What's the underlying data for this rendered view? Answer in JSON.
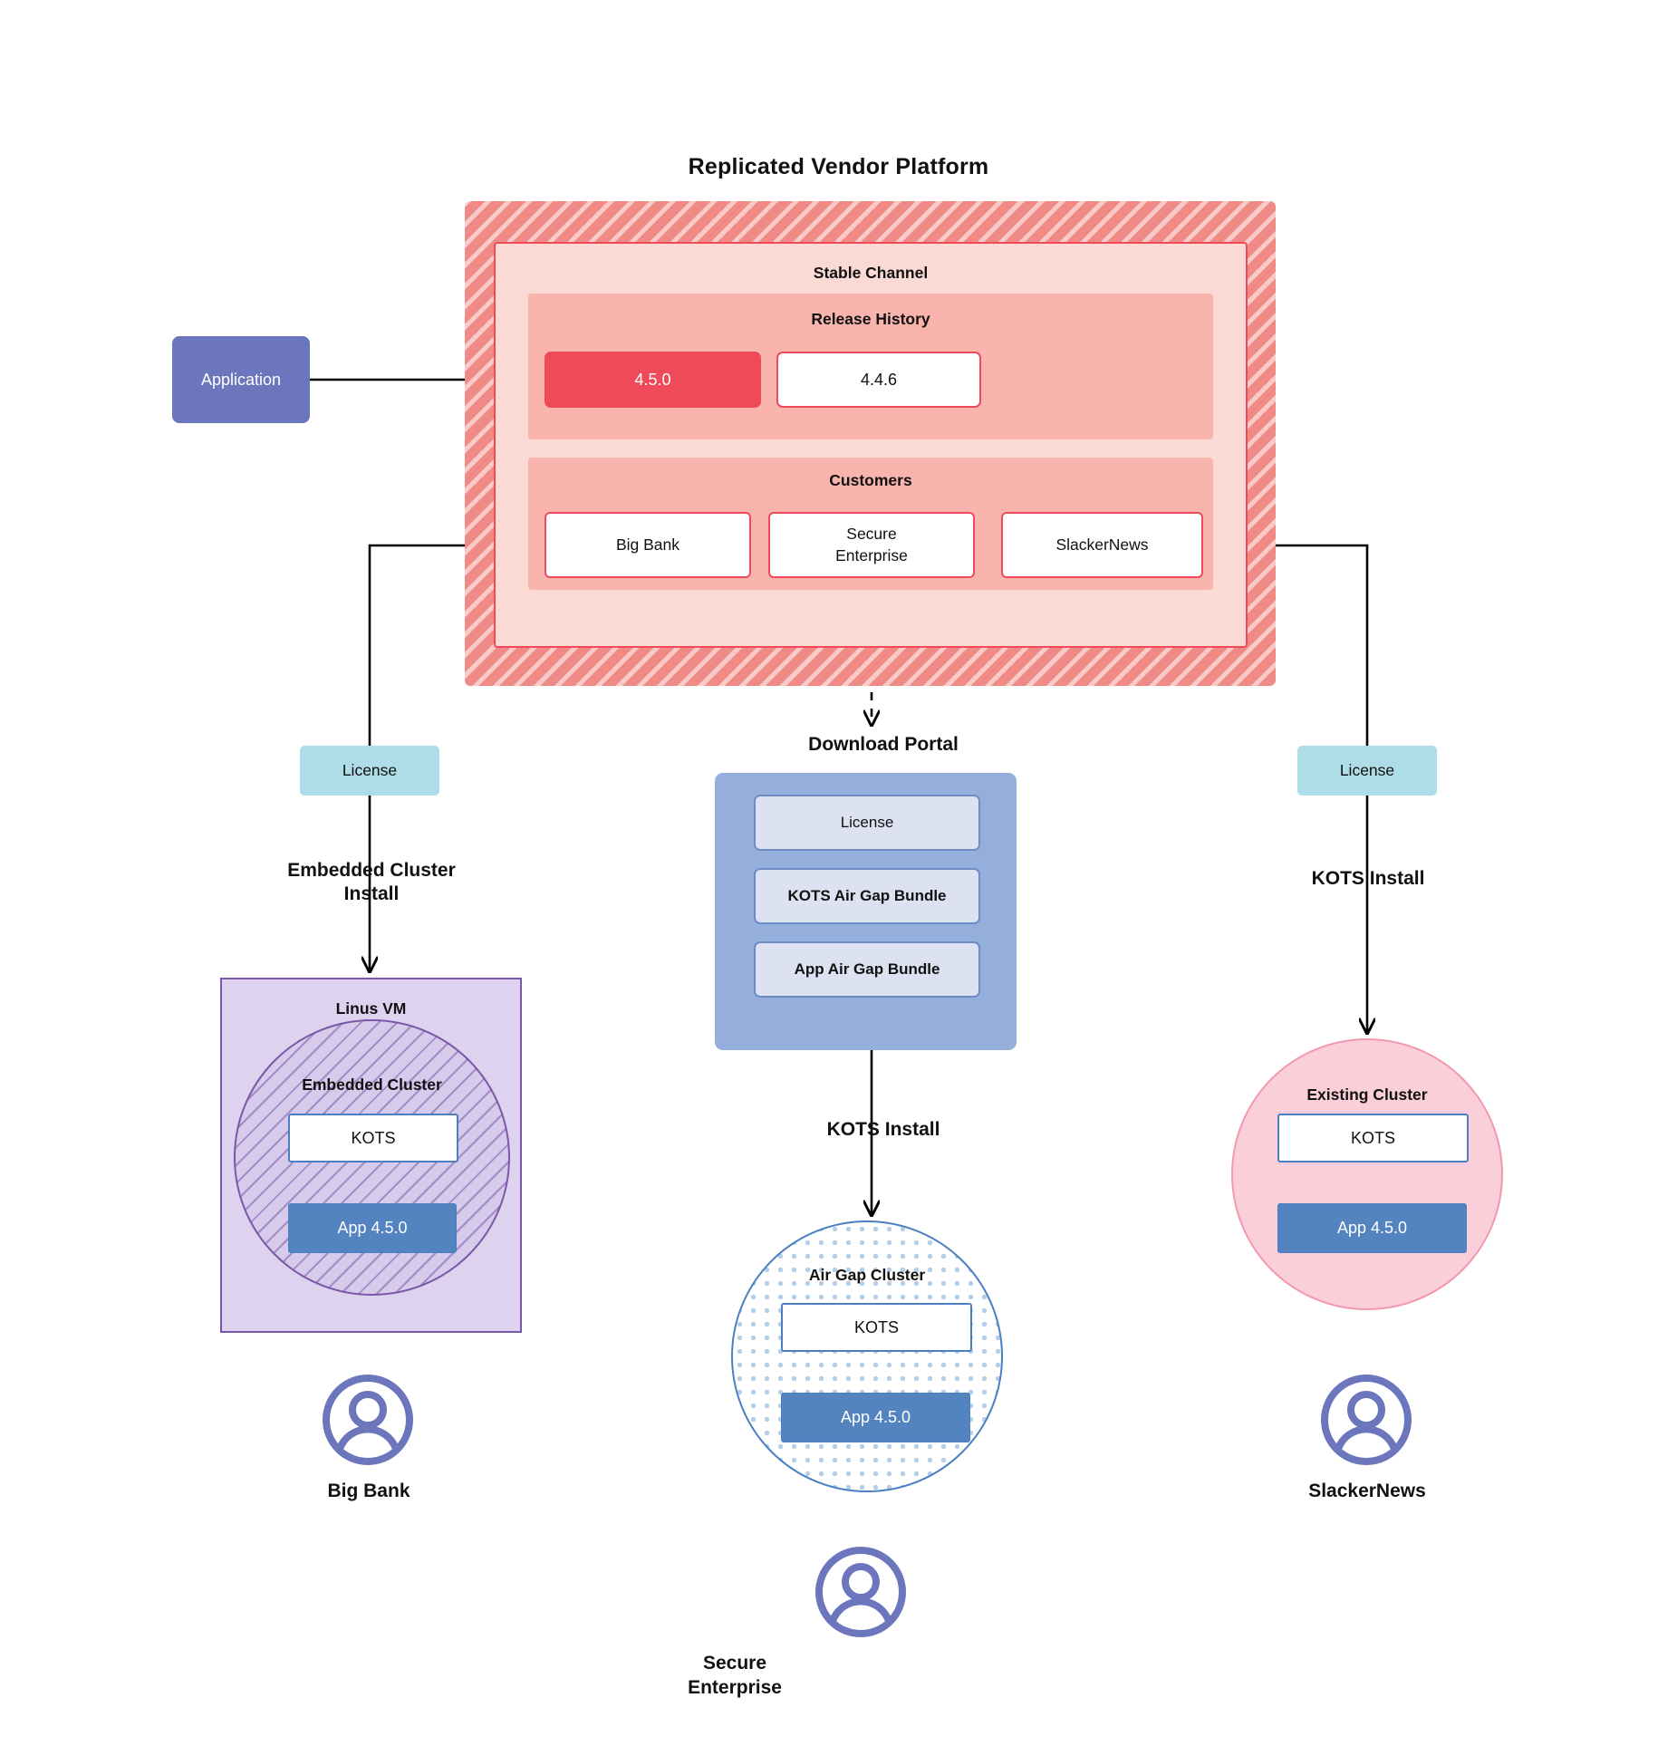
{
  "diagram": {
    "title": "Replicated Vendor Platform",
    "application": {
      "label": "Application"
    },
    "stable_channel": {
      "title": "Stable Channel",
      "release_history": {
        "title": "Release History",
        "releases": [
          {
            "version": "4.5.0",
            "state": "current"
          },
          {
            "version": "4.4.6",
            "state": "previous"
          }
        ]
      },
      "customers": {
        "title": "Customers",
        "items": [
          {
            "name": "Big Bank"
          },
          {
            "name": "Secure\nEnterprise"
          },
          {
            "name": "SlackerNews"
          }
        ]
      }
    },
    "license_badges": [
      {
        "label": "License",
        "side": "left"
      },
      {
        "label": "License",
        "side": "right"
      }
    ],
    "install_paths": [
      {
        "label": "Embedded Cluster\nInstall",
        "side": "left"
      },
      {
        "label": "KOTS Install",
        "side": "center"
      },
      {
        "label": "KOTS Install",
        "side": "right"
      }
    ],
    "download_portal": {
      "title": "Download  Portal",
      "items": [
        {
          "label": "License"
        },
        {
          "label": "KOTS Air Gap Bundle"
        },
        {
          "label": "App Air Gap Bundle"
        }
      ]
    },
    "targets": {
      "left": {
        "host_label": "Linus VM",
        "cluster_label": "Embedded Cluster",
        "kots_label": "KOTS",
        "app_label": "App 4.5.0"
      },
      "center": {
        "cluster_label": "Air Gap Cluster",
        "kots_label": "KOTS",
        "app_label": "App 4.5.0"
      },
      "right": {
        "cluster_label": "Existing Cluster",
        "kots_label": "KOTS",
        "app_label": "App 4.5.0"
      }
    },
    "personas": [
      {
        "name": "Big Bank"
      },
      {
        "name": "Secure\nEnterprise"
      },
      {
        "name": "SlackerNews"
      }
    ],
    "colors": {
      "platform_hatch": "#f08a86",
      "channel_bg": "#fbd9d5",
      "section_bg": "#f8b4ad",
      "accent_red": "#ef4a5a",
      "application_blue": "#6b76bd",
      "license_cyan": "#aedde7",
      "portal_blue": "#94afdb",
      "portal_item": "#dde2f2",
      "vm_purple": "#ddd3ef",
      "cluster_purple_line": "#7a57a8",
      "airgap_blue_line": "#4a7fc1",
      "existing_pink": "#fbcfd9",
      "app_chip_blue": "#5384c0",
      "avatar_blue": "#6b76bd"
    }
  }
}
